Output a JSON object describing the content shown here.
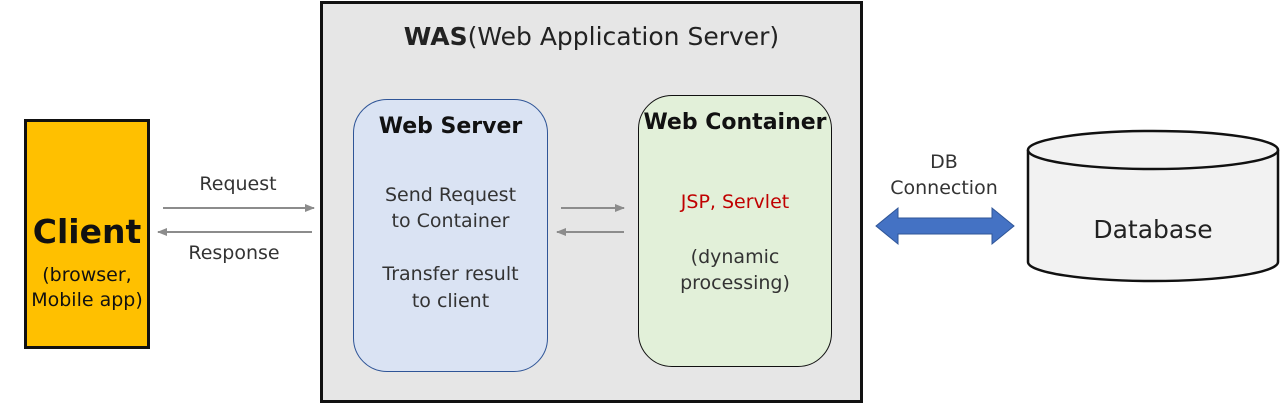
{
  "client": {
    "title": "Client",
    "subtitle_line1": "(browser,",
    "subtitle_line2": "Mobile app)"
  },
  "flows": {
    "request": "Request",
    "response": "Response"
  },
  "was": {
    "title_bold": "WAS",
    "title_rest": "(Web Application Server)"
  },
  "web_server": {
    "title": "Web Server",
    "text1_line1": "Send Request",
    "text1_line2": "to Container",
    "text2_line1": "Transfer result",
    "text2_line2": "to client"
  },
  "web_container": {
    "title": "Web Container",
    "tech": "JSP, Servlet",
    "text_line1": "(dynamic",
    "text_line2": "processing)"
  },
  "db_connection": {
    "line1": "DB",
    "line2": "Connection"
  },
  "database": {
    "label": "Database"
  },
  "colors": {
    "client_fill": "#ffc000",
    "was_fill": "#e6e6e6",
    "web_server_fill": "#dae3f3",
    "web_container_fill": "#e2f0d9",
    "tech_text": "#c00000",
    "db_arrow": "#4472c4"
  }
}
